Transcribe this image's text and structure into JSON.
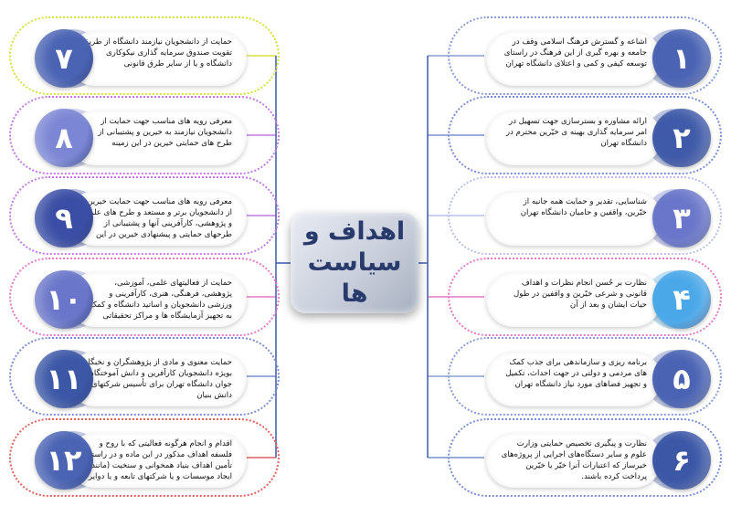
{
  "center": {
    "line1": "اهداف و",
    "line2": "سیاست ها"
  },
  "right_items": [
    {
      "number": "۱",
      "color": "#4a63b3",
      "border": "#8a9bd4",
      "text": "اشاعه و گسترش فرهنگ اسلامی وقف در جامعه و بهره گیری از این فرهنگ در راستای توسعه کیفی و کمی و اعتلای دانشگاه تهران"
    },
    {
      "number": "۲",
      "color": "#3f5aa8",
      "border": "#7b8ed0",
      "text": "ارائه مشاوره و بسترسازی جهت تسهیل در امر سرمایه گذاری بهینه ی خیّرین محترم در دانشگاه تهران"
    },
    {
      "number": "۳",
      "color": "#6a76c9",
      "border": "#b7bfe8",
      "text": "شناسایی، تقدیر و حمایت همه جانبه از خیّرین، واقفین و حامیان دانشگاه تهران"
    },
    {
      "number": "۴",
      "color": "#4aa8e8",
      "border": "#e37bc3",
      "text": "نظارت بر حُسن انجام نظرات و اهداف قانونی و شرعی خیّرین و واقفین در طول حیات ایشان و بعد از آن"
    },
    {
      "number": "۵",
      "color": "#4a63b3",
      "border": "#8a9bd4",
      "text": "برنامه ریزی و سازماندهی برای جذب کمک های مردمی و دولتی در جهت احداث، تکمیل و تجهیز فضاهای مورد نیاز دانشگاه تهران"
    },
    {
      "number": "۶",
      "color": "#3b57a6",
      "border": "#7b8ed0",
      "text": "نظارت و پیگیری تخصیص حمایتی وزارت علوم و سایر دستگاه‌های اجرایی از پروژه‌های خیرساز که اعتبارات آنرا خیّر یا خیّرین پرداخت کرده باشند."
    }
  ],
  "left_items": [
    {
      "number": "۷",
      "color": "#4a63b3",
      "border": "#d9e03a",
      "text": "حمایت از دانشجویان نیازمند دانشگاه از طریق تقویت صندوق سرمایه گذاری نیکوکاری دانشگاه و یا از سایر طرق قانونی"
    },
    {
      "number": "۸",
      "color": "#7b86d4",
      "border": "#c07be0",
      "text": "معرفی رویه های مناسب جهت حمایت از دانشجویان نیازمند به خیرین و پشتیبانی از طرح های حمایتی خیرین در این زمینه"
    },
    {
      "number": "۹",
      "color": "#3a4ea5",
      "border": "#c07be0",
      "text": "معرفی رویه های مناسب جهت حمایت خیرین از دانشجویان برتر و مستعد و طرح های علمی و پژوهشی، کارآفرینی آنها و پشتیبانی از طرحهای حمایتی و پیشنهادی خیرین در این زمینه"
    },
    {
      "number": "۱۰",
      "color": "#6a76c9",
      "border": "#e37bc3",
      "text": "حمایت از فعالیتهای علمی، آموزشی، پژوهشی، فرهنگی، هنری، کارآفرینی و ورزشی دانشجویان و اساتید دانشگاه و کمک به تجهیز آزمایشگاه ها و مراکز تحقیقاتی دانشگاه"
    },
    {
      "number": "۱۱",
      "color": "#3b57a6",
      "border": "#7b8ed0",
      "text": "حمایت معنوی و مادی از پژوهشگران و نخبگان بویژه دانشجویان کارآفرین و دانش آموختگان جوان دانشگاه تهران برای تأسیس شرکتهای دانش بنیان"
    },
    {
      "number": "۱۲",
      "color": "#4a63b3",
      "border": "#e06060",
      "text": "اقدام و انجام هرگونه فعالیتی که با روح و فلسفه اهداف مذکور در این ماده و در راستای تأمین اهداف بنیاد همخوانی و سنخیت (مانند ایجاد موسسات و یا شرکتهای تابعه و یا دوایر زیر مجموعه و ...) داشته باشد."
    }
  ]
}
